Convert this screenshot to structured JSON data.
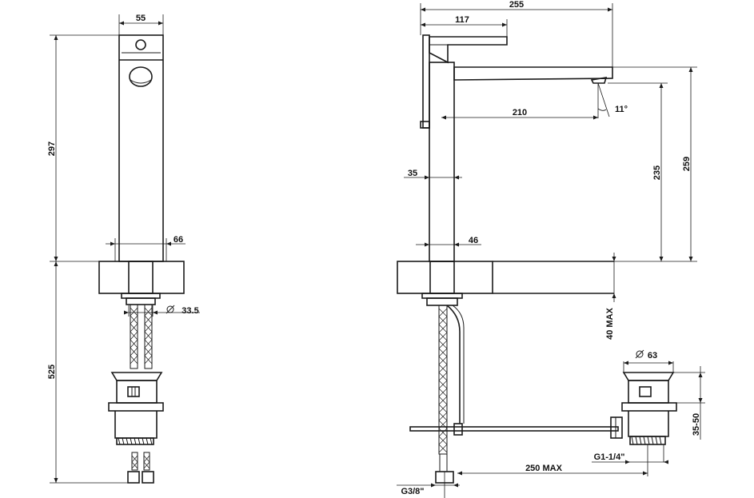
{
  "side_view": {
    "dim_top_width": "55",
    "dim_height_spout": "297",
    "dim_base_width": "66",
    "dim_hole_diameter": "33.5",
    "dim_below_counter": "525"
  },
  "front_view": {
    "dim_total_reach": "255",
    "dim_lever_length": "117",
    "dim_spout_reach": "210",
    "dim_angle": "11°",
    "dim_body_width": "35",
    "dim_base_width": "46",
    "dim_outlet_height": "235",
    "dim_total_height": "259",
    "dim_counter_thickness": "40 MAX",
    "dim_waste_diameter": "63",
    "dim_waste_range": "35-50",
    "dim_waste_thread": "G1-1/4\"",
    "dim_rod_length": "250 MAX",
    "dim_inlet_thread": "G3/8\""
  }
}
